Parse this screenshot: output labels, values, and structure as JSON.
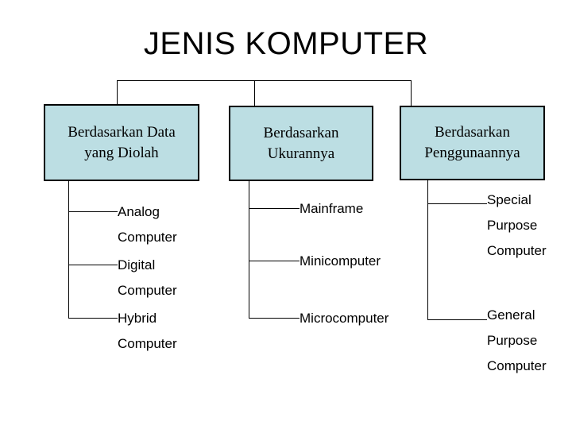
{
  "slide": {
    "title": "JENIS KOMPUTER",
    "background_color": "#ffffff",
    "box_fill_color": "#bcdee3",
    "box_border_color": "#000000",
    "text_color": "#000000"
  },
  "categories": [
    {
      "id": "data",
      "label_line1": "Berdasarkan Data",
      "label_line2": "yang Diolah",
      "items": [
        {
          "line1": "Analog",
          "line2": "Computer"
        },
        {
          "line1": "Digital",
          "line2": "Computer"
        },
        {
          "line1": "Hybrid",
          "line2": "Computer"
        }
      ]
    },
    {
      "id": "size",
      "label_line1": "Berdasarkan",
      "label_line2": "Ukurannya",
      "items": [
        {
          "line1": "Mainframe"
        },
        {
          "line1": "Minicomputer"
        },
        {
          "line1": "Microcomputer"
        }
      ]
    },
    {
      "id": "usage",
      "label_line1": "Berdasarkan",
      "label_line2": "Penggunaannya",
      "items": [
        {
          "line1": "Special",
          "line2": "Purpose",
          "line3": "Computer"
        },
        {
          "line1": "General",
          "line2": "Purpose",
          "line3": "Computer"
        }
      ]
    }
  ]
}
